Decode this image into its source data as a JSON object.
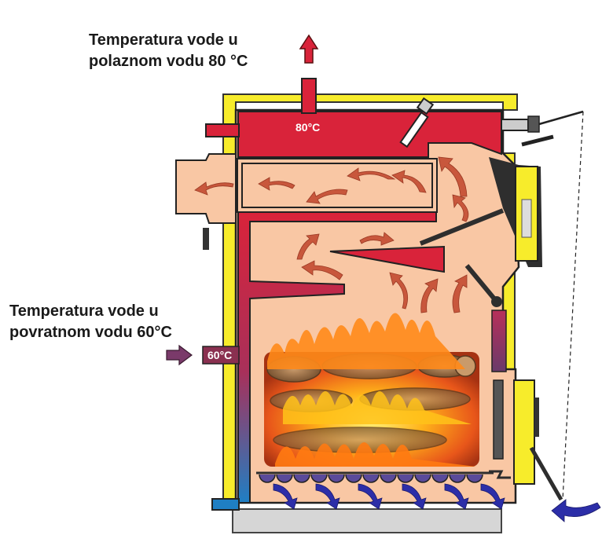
{
  "supply_label": {
    "line1": "Temperatura vode u",
    "line2": "polaznom vodu 80 °C"
  },
  "return_label": {
    "line1": "Temperatura vode u",
    "line2": "povratnom vodu 60°C"
  },
  "supply_temp_tag": "80°C",
  "return_temp_tag": "60°C",
  "colors": {
    "insulation": "#f7ec2b",
    "water_hot": "#d9233a",
    "water_cold": "#1f7fc4",
    "chamber": "#f9c7a4",
    "steel": "#2e2e2e",
    "arrow_flue": "#c8573c",
    "arrow_air": "#2c2ea8",
    "base": "#d6d6d6",
    "return_arrow": "#7a3a6a"
  }
}
